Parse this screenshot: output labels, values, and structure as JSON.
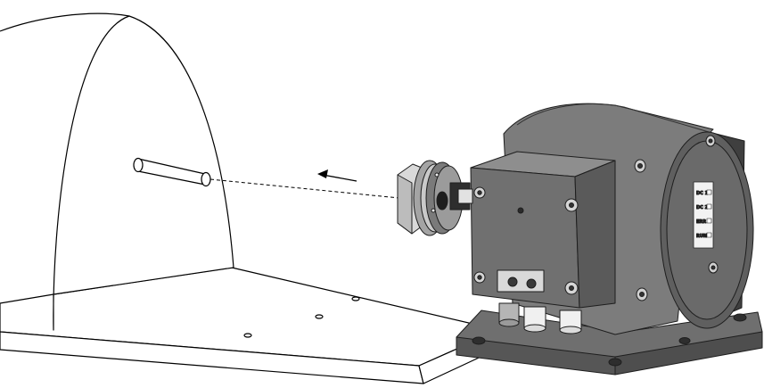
{
  "diagram": {
    "line_drawing": {
      "stroke": "#000000",
      "fill": "#ffffff"
    },
    "encoder": {
      "body_color": "#6d6d6d",
      "body_dark": "#4a4a4a",
      "body_light": "#8a8a8a",
      "metal_color": "#d8d8d8",
      "led_labels": [
        "DC 1",
        "DC 2",
        "ERR",
        "RUN"
      ]
    },
    "mounting_direction": {
      "arrow_color": "#000000",
      "dash_pattern": "4 3"
    },
    "icons": [
      "shaft-icon",
      "arrow-left-icon",
      "screw-icon",
      "cable-gland-icon",
      "led-indicator-icon"
    ]
  }
}
